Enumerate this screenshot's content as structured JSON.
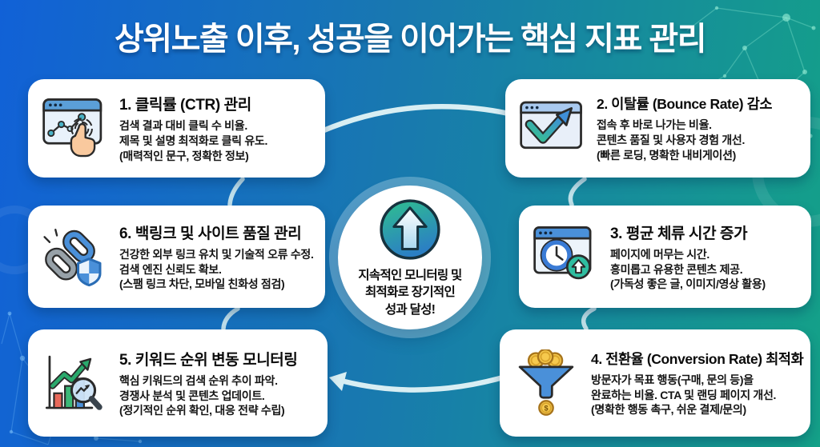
{
  "title": "상위노출 이후, 성공을 이어가는 핵심 지표 관리",
  "center": {
    "icon": "up-arrow-in-circle-icon",
    "lines": [
      "지속적인 모니터링 및",
      "최적화로 장기적인",
      "성과 달성!"
    ]
  },
  "cards": [
    {
      "id": "ctr",
      "icon": "browser-click-icon",
      "title": "1. 클릭률 (CTR) 관리",
      "lines": [
        "검색 결과 대비 클릭 수 비율.",
        "제목 및 설명 최적화로 클릭 유도.",
        "(매력적인 문구, 정확한 정보)"
      ]
    },
    {
      "id": "bounce-rate",
      "icon": "browser-bounce-arrow-icon",
      "title": "2. 이탈률 (Bounce Rate) 감소",
      "lines": [
        "접속 후 바로 나가는 비율.",
        "콘텐츠 품질 및 사용자 경험 개선.",
        "(빠른 로딩, 명확한 내비게이션)"
      ]
    },
    {
      "id": "dwell-time",
      "icon": "browser-clock-up-icon",
      "title": "3. 평균 체류 시간 증가",
      "lines": [
        "페이지에 머무는 시간.",
        "흥미롭고 유용한 콘텐츠 제공.",
        "(가독성 좋은 글, 이미지/영상 활용)"
      ]
    },
    {
      "id": "conversion-rate",
      "icon": "funnel-coins-icon",
      "title": "4. 전환율 (Conversion Rate) 최적화",
      "lines": [
        "방문자가 목표 행동(구매, 문의 등)을",
        "완료하는 비율. CTA 및 랜딩 페이지 개선.",
        "(명확한 행동 촉구, 쉬운 결제/문의)"
      ]
    },
    {
      "id": "keyword-rank",
      "icon": "bar-chart-magnifier-icon",
      "title": "5. 키워드 순위 변동 모니터링",
      "lines": [
        "핵심 키워드의 검색 순위 추이 파악.",
        "경쟁사 분석 및 콘텐츠 업데이트.",
        "(정기적인 순위 확인, 대응 전략 수립)"
      ]
    },
    {
      "id": "backlink",
      "icon": "chain-shield-icon",
      "title": "6. 백링크 및 사이트 품질 관리",
      "lines": [
        "건강한 외부 링크 유치 및 기술적 오류 수정.",
        "검색 엔진 신뢰도 확보.",
        "(스팸 링크 차단, 모바일 친화성 점검)"
      ]
    }
  ],
  "colors": {
    "background_blue": "#1161d7",
    "background_teal": "#14a188",
    "cycle_arrow": "#d8eef3",
    "card_background": "#ffffff",
    "text": "#0b0b0b",
    "accent_blue": "#4a90d9",
    "accent_green": "#2fbf8f",
    "accent_gold": "#f6c94d"
  }
}
